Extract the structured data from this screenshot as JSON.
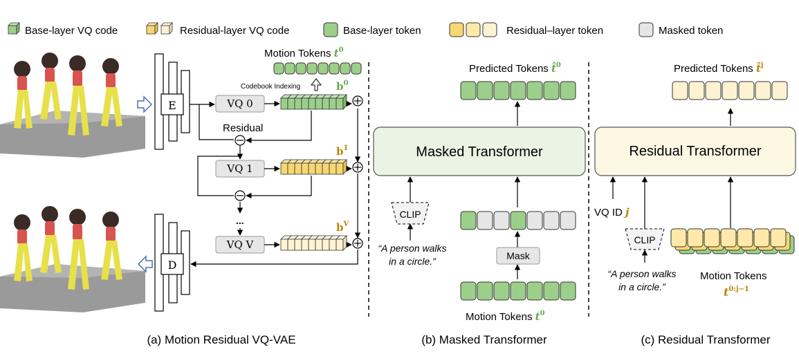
{
  "legend": {
    "base_vq_code": "Base-layer VQ code",
    "residual_vq_code": "Residual-layer VQ code",
    "base_token": "Base-layer token",
    "residual_token": "Residual–layer token",
    "masked_token": "Masked token"
  },
  "panel_a": {
    "motion_tokens_label": "Motion Tokens",
    "motion_tokens_symbol": "t",
    "motion_tokens_sup": "0",
    "codebook_indexing": "Codebook Indexing",
    "encoder": "E",
    "decoder": "D",
    "vq0": "VQ 0",
    "vq1": "VQ 1",
    "vqv": "VQ V",
    "residual": "Residual",
    "ellipsis": "...",
    "b0": "b",
    "b0_sup": "0",
    "b1": "b",
    "b1_sup": "1",
    "bv": "b",
    "bv_sup": "V",
    "caption": "(a) Motion Residual VQ-VAE"
  },
  "panel_b": {
    "predicted_label": "Predicted Tokens",
    "predicted_symbol": "t̂",
    "predicted_sup": "0",
    "transformer": "Masked Transformer",
    "clip": "CLIP",
    "text_prompt_line1": "“A person walks",
    "text_prompt_line2": "in a circle.”",
    "mask": "Mask",
    "motion_tokens_label": "Motion Tokens",
    "motion_tokens_symbol": "t",
    "motion_tokens_sup": "0",
    "caption": "(b) Masked Transformer"
  },
  "panel_c": {
    "predicted_label": "Predicted Tokens",
    "predicted_symbol": "t̂",
    "predicted_sup": "j",
    "transformer": "Residual Transformer",
    "vq_id_label": "VQ ID",
    "vq_id_symbol": "j",
    "clip": "CLIP",
    "text_prompt_line1": "“A person walks",
    "text_prompt_line2": "in a circle.”",
    "motion_tokens_label": "Motion Tokens",
    "motion_tokens_symbol": "t",
    "motion_tokens_sup": "0:j−1",
    "caption": "(c) Residual Transformer"
  },
  "colors": {
    "base_green": "#9ccf8a",
    "green_text": "#6aa84f",
    "residual_gold": "#f7d774",
    "residual_light": "#fde9a9",
    "residual_pale": "#fdf3d3",
    "masked_gray": "#e6e6e6",
    "masked_transformer_fill": "#eaf3e4",
    "residual_transformer_fill": "#fdf8e4",
    "gold_text": "#b8860b",
    "arrow_blue": "#4a6fb5"
  },
  "icons": {
    "up_hollow_arrow": "codebook-indexing-arrow-icon",
    "right_hollow_arrow": "input-arrow-icon",
    "left_hollow_arrow": "output-arrow-icon",
    "plus_circle": "add-icon",
    "minus_circle": "subtract-icon"
  }
}
